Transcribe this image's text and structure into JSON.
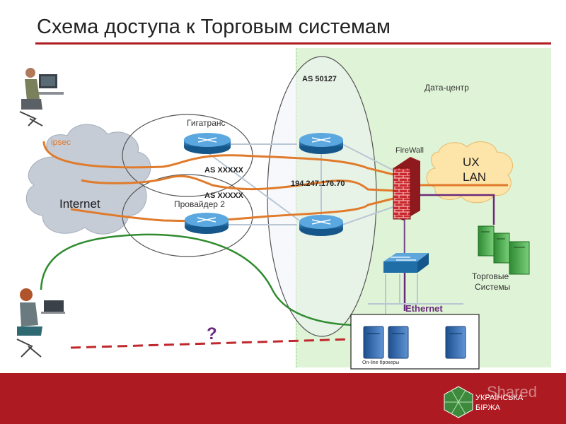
{
  "title": "Схема доступа к Торговым системам",
  "labels": {
    "as_main": "AS 50127",
    "datacenter": "Дата-центр",
    "gigatrans": "Гигатранс",
    "ipsec": "ipsec",
    "internet": "Internet",
    "as_xxxxx_1": "AS XXXXX",
    "as_xxxxx_2": "AS XXXXX",
    "provider2": "Провайдер 2",
    "ip": "194.247.176.70",
    "firewall": "FireWall",
    "ux_lan_line1": "UX",
    "ux_lan_line2": "LAN",
    "trading_line1": "Торговые",
    "trading_line2": "Системы",
    "ethernet": "Ethernet",
    "question": "?",
    "brokers": "On-line брокеры"
  },
  "footer": {
    "logo_line1": "УКРАЇНСЬКА",
    "logo_line2": "БІРЖА",
    "watermark": "Shared"
  },
  "colors": {
    "accent": "#ad1a21",
    "datacenter_zone": "#dff4d6",
    "route_orange": "#e07b2c",
    "route_green": "#2e8b2e",
    "route_purple": "#6a2a7a",
    "router_blue": "#1f6ea8",
    "dashed_red": "#c0282d",
    "server_green": "#4caf50"
  },
  "icons": [
    "router-icon",
    "firewall-icon",
    "switch-icon",
    "server-icon",
    "cloud-icon",
    "user-at-desk-icon",
    "user-with-laptop-icon",
    "logo-icon"
  ]
}
